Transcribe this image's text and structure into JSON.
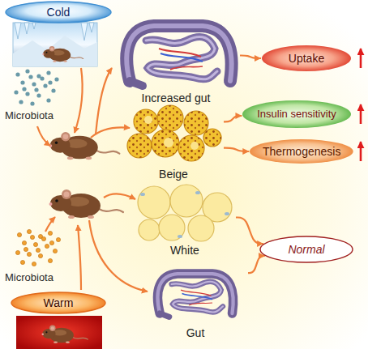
{
  "diagram": {
    "nodes": [
      {
        "text": [
          "Cold"
        ]
      },
      {
        "text": [
          "Increased gut"
        ]
      },
      {
        "text": [
          "Uptake"
        ]
      },
      {
        "text": [
          "Insulin sensitivity"
        ]
      },
      {
        "text": [
          "Beige"
        ]
      },
      {
        "text": [
          "Thermogenesis"
        ]
      },
      {
        "text": [
          "White"
        ]
      },
      {
        "text": [
          "Normal"
        ]
      },
      {
        "text": [
          "Gut"
        ]
      },
      {
        "text": [
          "Warm"
        ]
      }
    ],
    "edges": [
      {
        "from": 1,
        "to": 2,
        "arrow": "to"
      },
      {
        "from": 4,
        "to": 3,
        "arrow": "to"
      },
      {
        "from": 4,
        "to": 5,
        "arrow": "to"
      },
      {
        "from": 6,
        "to": 7,
        "arrow": "to"
      },
      {
        "from": 8,
        "to": 7,
        "arrow": "to"
      }
    ],
    "labels": [
      "Microbiota",
      "Microbiota"
    ]
  }
}
